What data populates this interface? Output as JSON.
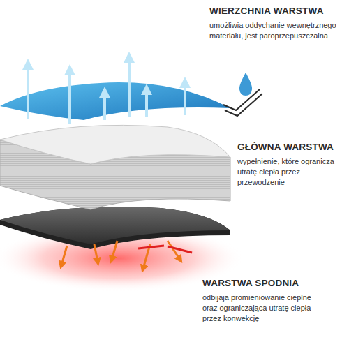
{
  "diagram": {
    "labels": [
      "WIERZCHNIA WARSTWA",
      "umożliwia oddychanie wewnętrznego materiału, jest paroprzepuszczalna",
      "GŁÓWNA WARSTWA",
      "wypełnienie, które ogranicza utratę ciepła przez przewodzenie",
      "WARSTWA SPODNIA",
      "odbijaja promieniowanie cieplne oraz ograniczająca utratę ciepła przez konwekcję"
    ]
  }
}
